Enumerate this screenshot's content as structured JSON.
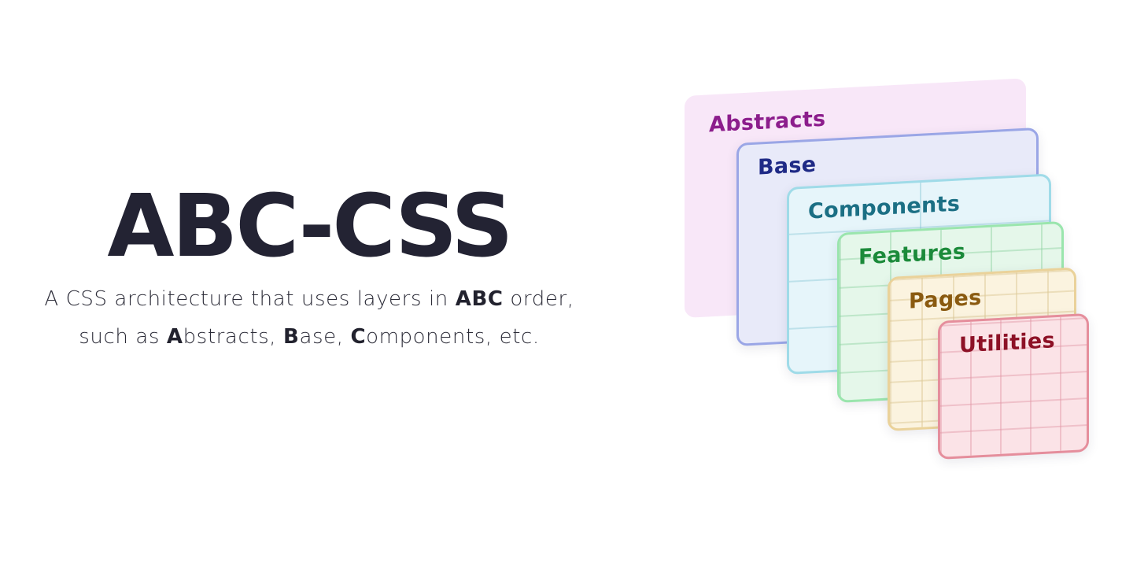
{
  "hero": {
    "title": "ABC-CSS",
    "line1_prefix": "A CSS architecture that uses layers in ",
    "line1_bold": "ABC",
    "line1_suffix": " order,",
    "line2_prefix": "such as ",
    "line2_a_bold": "A",
    "line2_a_rest": "bstracts, ",
    "line2_b_bold": "B",
    "line2_b_rest": "ase, ",
    "line2_c_bold": "C",
    "line2_c_rest": "omponents, etc."
  },
  "layers": [
    {
      "label": "Abstracts",
      "text_color": "#8c1d8c",
      "fill": "#f8e7f8"
    },
    {
      "label": "Base",
      "text_color": "#1f2a86",
      "fill": "#e8eaf9",
      "border": "#9aa6e6"
    },
    {
      "label": "Components",
      "text_color": "#1b6f84",
      "fill": "#e6f5fa",
      "border": "#9fdbe8"
    },
    {
      "label": "Features",
      "text_color": "#1b8a3a",
      "fill": "#e5f7ea",
      "border": "#9ae5ad"
    },
    {
      "label": "Pages",
      "text_color": "#8a5a10",
      "fill": "#fbf3df",
      "border": "#ead29a"
    },
    {
      "label": "Utilities",
      "text_color": "#8d1126",
      "fill": "#fbe3e7",
      "border": "#e58e9c"
    }
  ]
}
